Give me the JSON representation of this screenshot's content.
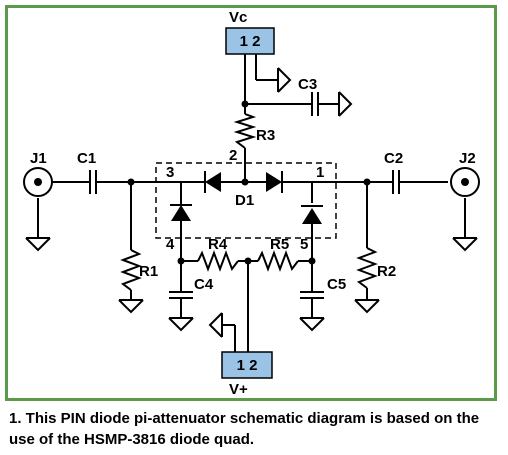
{
  "diagram": {
    "labels": {
      "vc": "Vc",
      "vplus": "V+",
      "c1": "C1",
      "c2": "C2",
      "c3": "C3",
      "c4": "C4",
      "c5": "C5",
      "r1": "R1",
      "r2": "R2",
      "r3": "R3",
      "r4": "R4",
      "r5": "R5",
      "d1": "D1",
      "j1": "J1",
      "j2": "J2"
    },
    "pins": {
      "p1": "1",
      "p2": "2",
      "p3": "3",
      "p4": "4",
      "p5": "5"
    },
    "connector_vc": "1 2",
    "connector_vplus": "1 2",
    "colors": {
      "frame": "#5a9a4a",
      "connector_fill": "#9bc3e6"
    }
  },
  "caption": "1. This PIN diode pi-attenuator schematic diagram is based on the use of the HSMP-3816 diode quad."
}
